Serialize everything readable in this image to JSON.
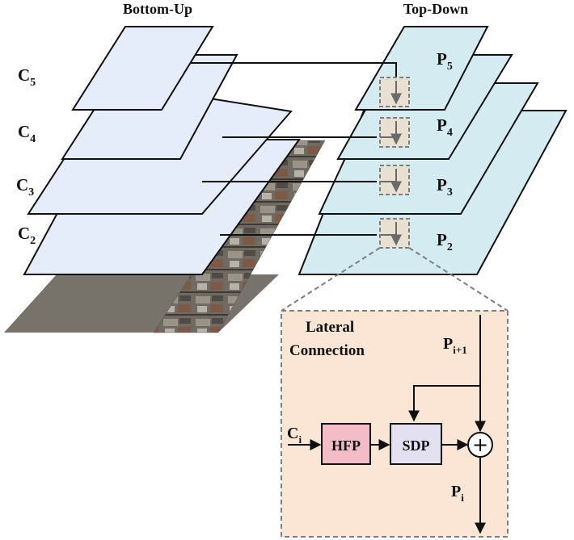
{
  "titles": {
    "bottom_up": "Bottom-Up",
    "top_down": "Top-Down"
  },
  "bottom_up_levels": [
    {
      "base": "C",
      "sub": "5"
    },
    {
      "base": "C",
      "sub": "4"
    },
    {
      "base": "C",
      "sub": "3"
    },
    {
      "base": "C",
      "sub": "2"
    }
  ],
  "top_down_levels": [
    {
      "base": "P",
      "sub": "5"
    },
    {
      "base": "P",
      "sub": "4"
    },
    {
      "base": "P",
      "sub": "3"
    },
    {
      "base": "P",
      "sub": "2"
    }
  ],
  "lateral": {
    "title_line1": "Lateral",
    "title_line2": "Connection",
    "input": {
      "base": "C",
      "sub": "i"
    },
    "prev": {
      "base": "P",
      "sub": "i+1"
    },
    "output": {
      "base": "P",
      "sub": "i"
    },
    "hfp": "HFP",
    "sdp": "SDP",
    "plus": "+"
  },
  "colors": {
    "bottom_up_plane": "#e4edf9",
    "top_down_plane": "#d5ebf2",
    "lateral_panel": "#fbe5d5",
    "hfp_box": "#f4bcc6",
    "sdp_box": "#e2e0f1",
    "small_box": "#e9e0d1",
    "dashed": "#7f7f7f"
  }
}
